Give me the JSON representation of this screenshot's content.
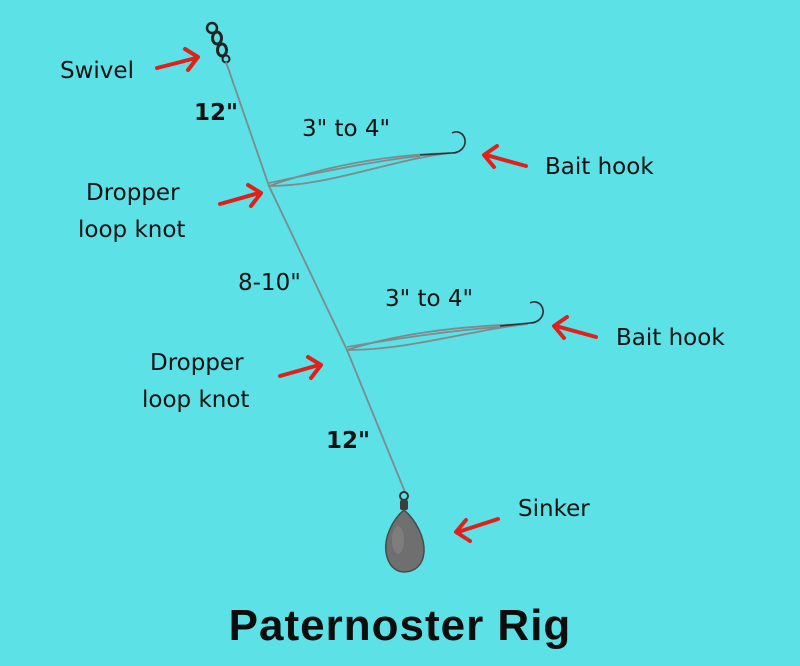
{
  "title": "Paternoster Rig",
  "labels": {
    "swivel": "Swivel",
    "top_length": "12\"",
    "upper_dropper_length": "3\" to 4\"",
    "upper_bait_hook": "Bait hook",
    "upper_knot_line1": "Dropper",
    "upper_knot_line2": "loop knot",
    "middle_length": "8-10\"",
    "lower_dropper_length": "3\" to 4\"",
    "lower_bait_hook": "Bait hook",
    "lower_knot_line1": "Dropper",
    "lower_knot_line2": "loop knot",
    "bottom_length": "12\"",
    "sinker": "Sinker"
  },
  "colors": {
    "background": "#5ce1e6",
    "arrow": "#e0201b",
    "line": "#7d8b8c",
    "text": "#111111",
    "sinker": "#6f6f6f"
  }
}
